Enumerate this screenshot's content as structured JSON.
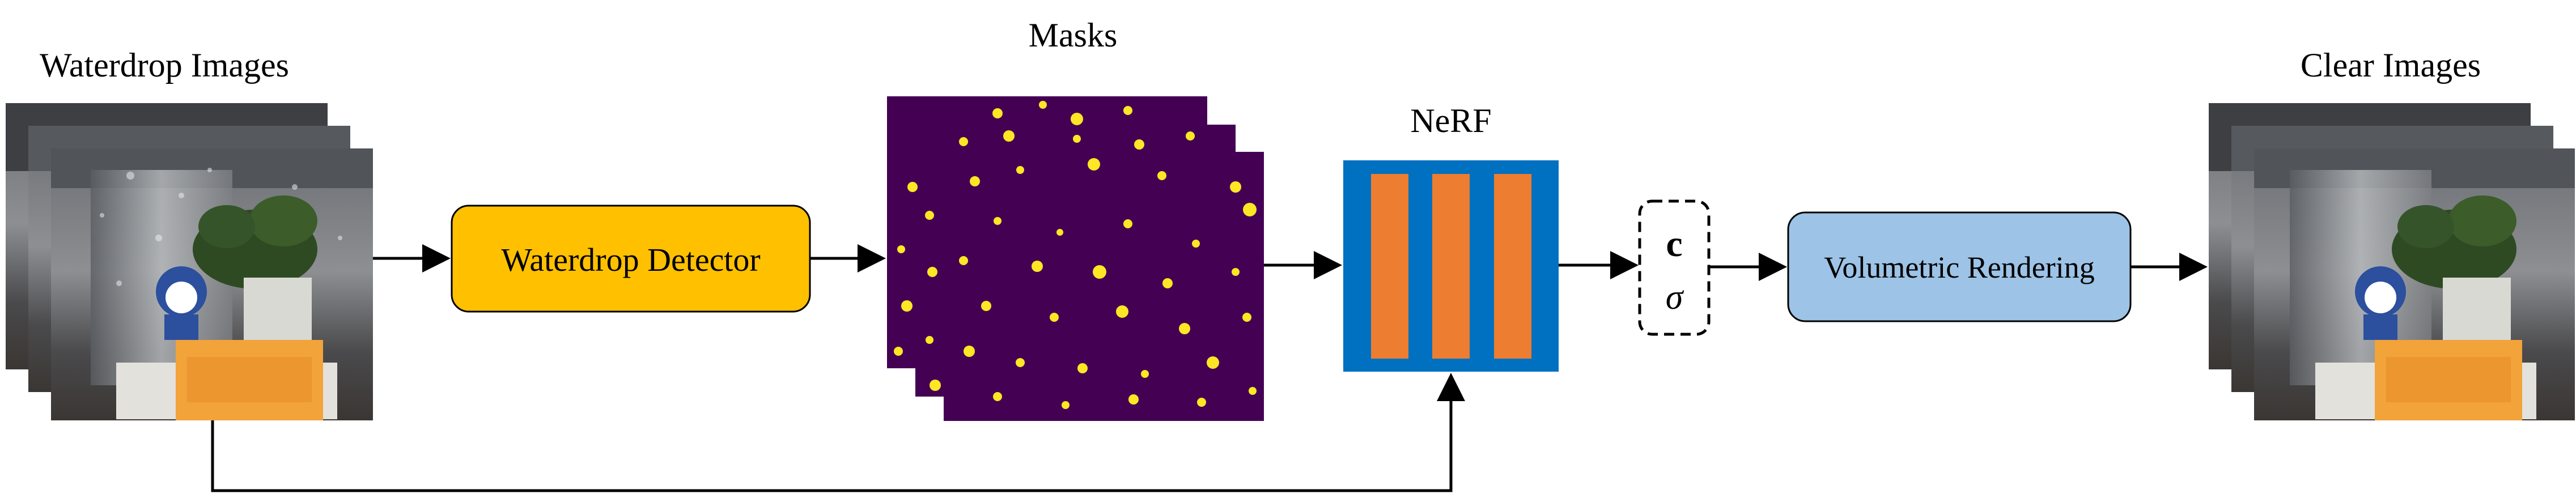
{
  "labels": {
    "waterdrop_images": "Waterdrop  Images",
    "masks": "Masks",
    "nerf": "NeRF",
    "clear_images": "Clear Images"
  },
  "nodes": {
    "detector": "Waterdrop  Detector",
    "output_c": "c",
    "output_sigma": "σ",
    "rendering": "Volumetric Rendering"
  },
  "colors": {
    "detector_fill": "#FFC000",
    "rendering_fill": "#9DC3E6",
    "nerf_blue": "#0070C0",
    "nerf_bar": "#ED7D31",
    "mask_bg": "#440154",
    "mask_drop": "#FDE725"
  }
}
